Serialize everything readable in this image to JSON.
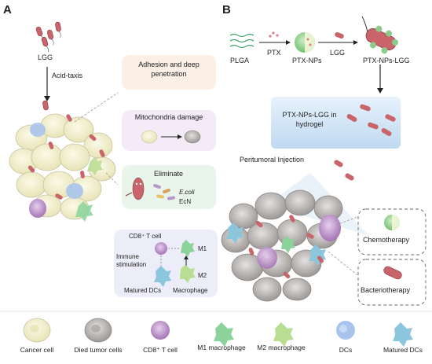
{
  "panels": {
    "a": "A",
    "b": "B"
  },
  "panel_a": {
    "lgg": "LGG",
    "acid_taxis": "Acid-taxis",
    "box1": "Adhesion and deep penetration",
    "box2": "Mitochondria damage",
    "box3_title": "Eliminate",
    "box3_ecoli": "E.coli",
    "box3_ecn": "EcN",
    "immune": {
      "cd8": "CD8⁺ T cell",
      "m1": "M1",
      "m2": "M2",
      "stimulation": "Immune stimulation",
      "matured_dcs": "Matured DCs",
      "macrophage": "Macrophage"
    }
  },
  "panel_b": {
    "plga": "PLGA",
    "ptx": "PTX",
    "ptx_nps": "PTX-NPs",
    "lgg": "LGG",
    "ptx_nps_lgg": "PTX-NPs-LGG",
    "hydrogel": "PTX-NPs-LGG in hydrogel",
    "injection": "Peritumoral Injection",
    "chemo": "Chemotherapy",
    "bacterio": "Bacteriotherapy"
  },
  "legend": [
    {
      "label": "Cancer cell",
      "icon": "cancer-cell-icon"
    },
    {
      "label": "Died tumor cells",
      "icon": "died-tumor-cell-icon"
    },
    {
      "label": "CD8⁺ T cell",
      "icon": "cd8-t-cell-icon"
    },
    {
      "label": "M1 macrophage",
      "icon": "m1-macrophage-icon"
    },
    {
      "label": "M2 macrophage",
      "icon": "m2-macrophage-icon"
    },
    {
      "label": "DCs",
      "icon": "dc-icon"
    },
    {
      "label": "Matured DCs",
      "icon": "matured-dc-icon"
    }
  ],
  "colors": {
    "bacteria_body": "#c9646a",
    "cancer_cell": "#f1efcf",
    "died_cell": "#b9b6b3",
    "cd8": "#b98bc6",
    "m1": "#8bd39a",
    "m2": "#b9dd92",
    "dc": "#a9c4ec",
    "matured_dc": "#8cc6dc",
    "hydrogel": "#cfe3f6"
  }
}
